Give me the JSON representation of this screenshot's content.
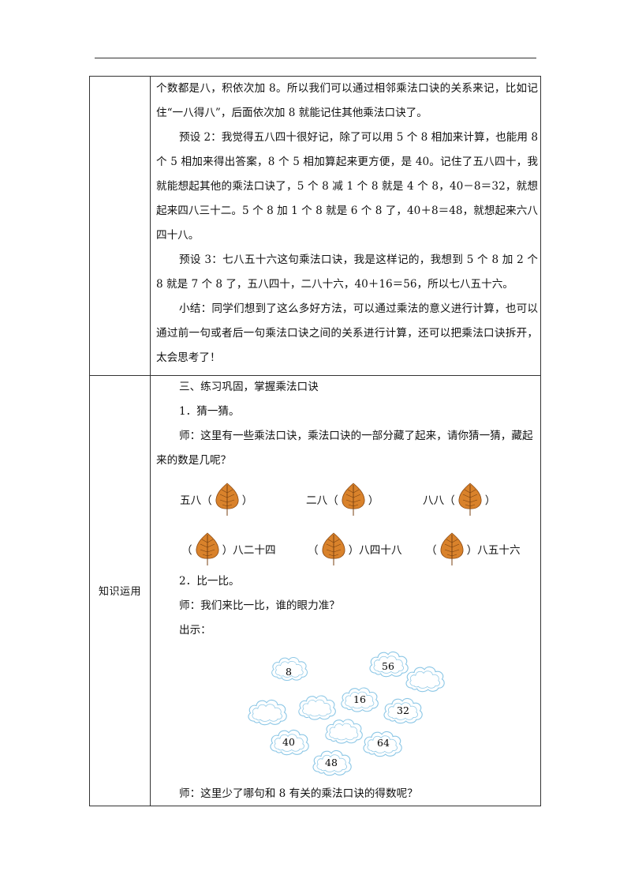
{
  "section1": {
    "paragraphs": [
      "个数都是八，积依次加 8。所以我们可以通过相邻乘法口诀的关系来记，比如记住“一八得八”，后面依次加 8 就能记住其他乘法口诀了。",
      "预设 2：我觉得五八四十很好记，除了可以用 5 个 8 相加来计算，也能用 8 个 5 相加来得出答案，8 个 5 相加算起来更方便，是 40。记住了五八四十，我就能想起其他的乘法口诀了，5 个 8 减 1 个 8 就是 4 个 8，40－8＝32，就想起来四八三十二。5 个 8 加 1 个 8 就是 6 个 8 了，40＋8＝48，就想起来六八四十八。",
      "预设 3：七八五十六这句乘法口诀，我是这样记的，我想到 5 个 8 加 2 个 8 就是 7 个 8 了，五八四十，二八十六，40＋16＝56，所以七八五十六。",
      "小结：同学们想到了这么多好方法，可以通过乘法的意义进行计算，也可以通过前一句或者后一句乘法口诀之间的关系进行计算，还可以把乘法口诀拆开，太会思考了！"
    ]
  },
  "section2": {
    "label": "知识运用",
    "heading": "三、练习巩固，掌握乘法口诀",
    "item1_title": "1．猜一猜。",
    "item1_teacher": "师：这里有一些乘法口诀，乘法口诀的一部分藏了起来，请你猜一猜，藏起来的数是几呢？",
    "riddles": {
      "r1_pre": "五八（",
      "r1_post": "）",
      "r2_pre": "二八（",
      "r2_post": "）",
      "r3_pre": "八八（",
      "r3_post": "）",
      "r4_pre": "（",
      "r4_post": "）八二十四",
      "r5_pre": "（",
      "r5_post": "）八四十八",
      "r6_pre": "（",
      "r6_post": "）八五十六"
    },
    "item2_title": "2．比一比。",
    "item2_teacher": "师：我们来比一比，谁的眼力准？",
    "show_label": "出示：",
    "cloud_numbers": {
      "n8": "8",
      "n56": "56",
      "n16": "16",
      "n32": "32",
      "n40": "40",
      "n64": "64",
      "n48": "48"
    },
    "closing_question": "师：这里少了哪句和 8 有关的乘法口诀的得数呢？"
  },
  "colors": {
    "leaf": "#d9822b",
    "leaf_vein": "#7a4210",
    "cloud_stroke": "#8cc7e6"
  },
  "icons": {
    "leaf": "leaf-icon",
    "cloud": "cloud-icon"
  }
}
